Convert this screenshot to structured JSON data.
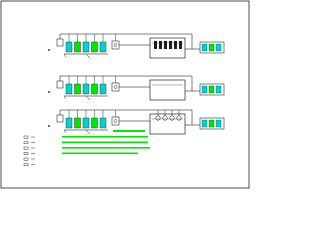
{
  "drawing": {
    "background": "#ffffff",
    "frame_color": "#000000",
    "line_color": "#000000",
    "label_color": "#202020",
    "highlight_color": "#00e600",
    "cyan_color": "#00d2d2",
    "dark_color": "#1e1e1e",
    "annotation_labels": []
  },
  "lines": [
    {
      "id": 1,
      "components": [
        "vessel-symbol",
        "filter-bank",
        "meter-icon",
        "tank",
        "pump-bank"
      ]
    },
    {
      "id": 2,
      "components": [
        "vessel-symbol",
        "filter-bank",
        "meter-icon",
        "tank",
        "pump-bank"
      ]
    },
    {
      "id": 3,
      "components": [
        "vessel-symbol",
        "filter-bank",
        "meter-icon",
        "tank",
        "pump-bank",
        "valve-gauges"
      ]
    }
  ],
  "legend": {
    "items": [
      {
        "symbol": "legend-symbol"
      },
      {
        "symbol": "legend-symbol"
      },
      {
        "symbol": "legend-symbol"
      },
      {
        "symbol": "legend-symbol"
      },
      {
        "symbol": "legend-symbol"
      },
      {
        "symbol": "legend-symbol"
      }
    ],
    "notes_title": "",
    "notes": [
      "",
      "",
      "",
      ""
    ]
  }
}
